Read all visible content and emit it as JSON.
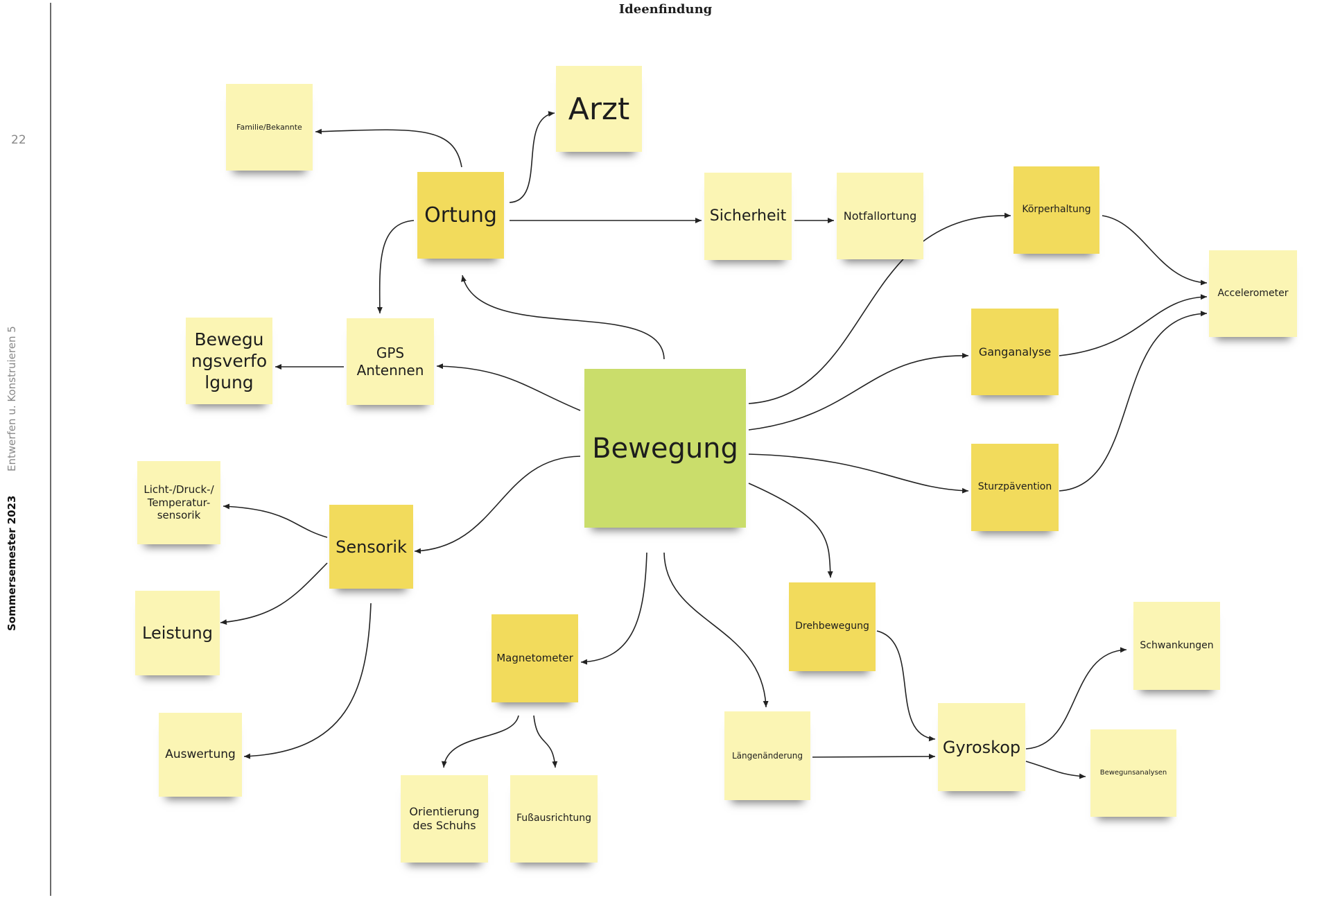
{
  "page": {
    "title": "Ideenfindung",
    "page_number": "22",
    "course": "Entwerfen u. Konstruieren 5",
    "semester": "Sommersemester 2023"
  },
  "notes": {
    "bewegung": "Bewegung",
    "ortung": "Ortung",
    "arzt": "Arzt",
    "familie": "Familie/Bekannte",
    "sicherheit": "Sicherheit",
    "notfallortung": "Notfallortung",
    "koerperhaltung": "Körperhaltung",
    "accelerometer": "Accelerometer",
    "ganganalyse": "Ganganalyse",
    "sturzpraevention": "Sturzpävention",
    "gps": "GPS\nAntennen",
    "bewegungsverfolgung": "Bewegu\nngsverfo\nlgung",
    "sensorik": "Sensorik",
    "sensoren": "Licht-/Druck-/\nTemperatur-\nsensorik",
    "leistung": "Leistung",
    "auswertung": "Auswertung",
    "magnetometer": "Magnetometer",
    "orientierung": "Orientierung\ndes Schuhs",
    "fussausrichtung": "Fußausrichtung",
    "drehbewegung": "Drehbewegung",
    "laengenaenderung": "Längenänderung",
    "gyroskop": "Gyroskop",
    "schwankungen": "Schwankungen",
    "bewegungsanalysen": "Bewegunsanalysen"
  },
  "colors": {
    "note_light": "#fbf5b4",
    "note_mid": "#f2db5c",
    "note_center": "#cadd6b",
    "arrow": "#222222"
  }
}
